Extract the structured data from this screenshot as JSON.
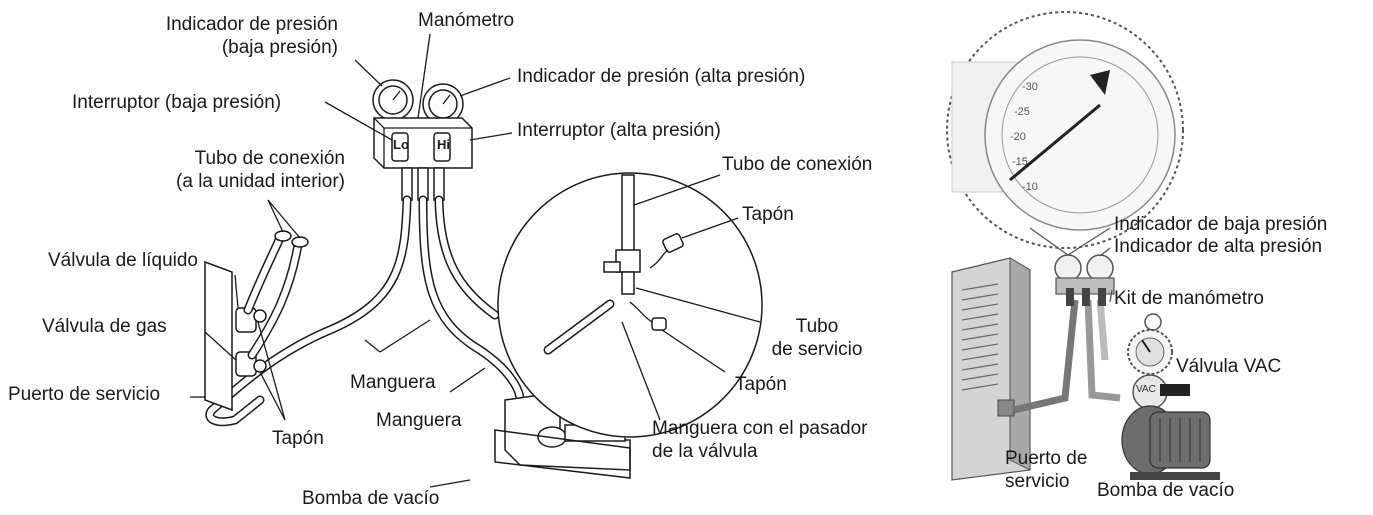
{
  "left_diagram": {
    "labels": {
      "indicador_baja_1": "Indicador de presión",
      "indicador_baja_2": "(baja presión)",
      "manometro": "Manómetro",
      "indicador_alta": "Indicador de presión (alta presión)",
      "interruptor_baja": "Interruptor (baja presión)",
      "interruptor_alta": "Interruptor (alta presión)",
      "tubo_conexion_1": "Tubo de conexión",
      "tubo_conexion_2": "(a la unidad interior)",
      "valvula_liquido": "Válvula de líquido",
      "valvula_gas": "Válvula de gas",
      "puerto_servicio": "Puerto de servicio",
      "tapon": "Tapón",
      "manguera_1": "Manguera",
      "manguera_2": "Manguera",
      "bomba_vacio": "Bomba de vacío",
      "gauge_lo": "Lo",
      "gauge_hi": "Hi"
    }
  },
  "detail_circle": {
    "labels": {
      "tubo_conexion": "Tubo de conexión",
      "tapon_1": "Tapón",
      "tubo_servicio_1": "Tubo",
      "tubo_servicio_2": "de servicio",
      "tapon_2": "Tapón",
      "manguera_pasador_1": "Manguera con el pasador",
      "manguera_pasador_2": "de la válvula"
    }
  },
  "right_diagram": {
    "labels": {
      "indicador_baja": "Indicador de baja presión",
      "indicador_alta": "Indicador de alta presión",
      "kit_manometro": "Kit de manómetro",
      "valvula_vac": "Válvula VAC",
      "puerto_servicio_1": "Puerto de",
      "puerto_servicio_2": "servicio",
      "bomba_vacio": "Bomba de vacío",
      "vac_tag": "VAC",
      "dial_marks": [
        "-30",
        "-25",
        "-20",
        "-15",
        "-10"
      ]
    }
  }
}
